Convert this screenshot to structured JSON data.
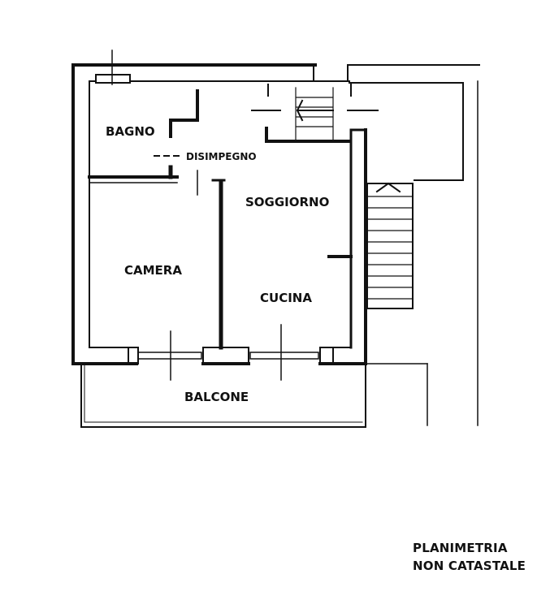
{
  "rooms": {
    "bagno": "BAGNO",
    "disimpegno": "DISIMPEGNO",
    "soggiorno": "SOGGIORNO",
    "camera": "CAMERA",
    "cucina": "CUCINA",
    "balcone": "BALCONE"
  },
  "caption": {
    "line1": "PLANIMETRIA",
    "line2": "NON CATASTALE"
  }
}
